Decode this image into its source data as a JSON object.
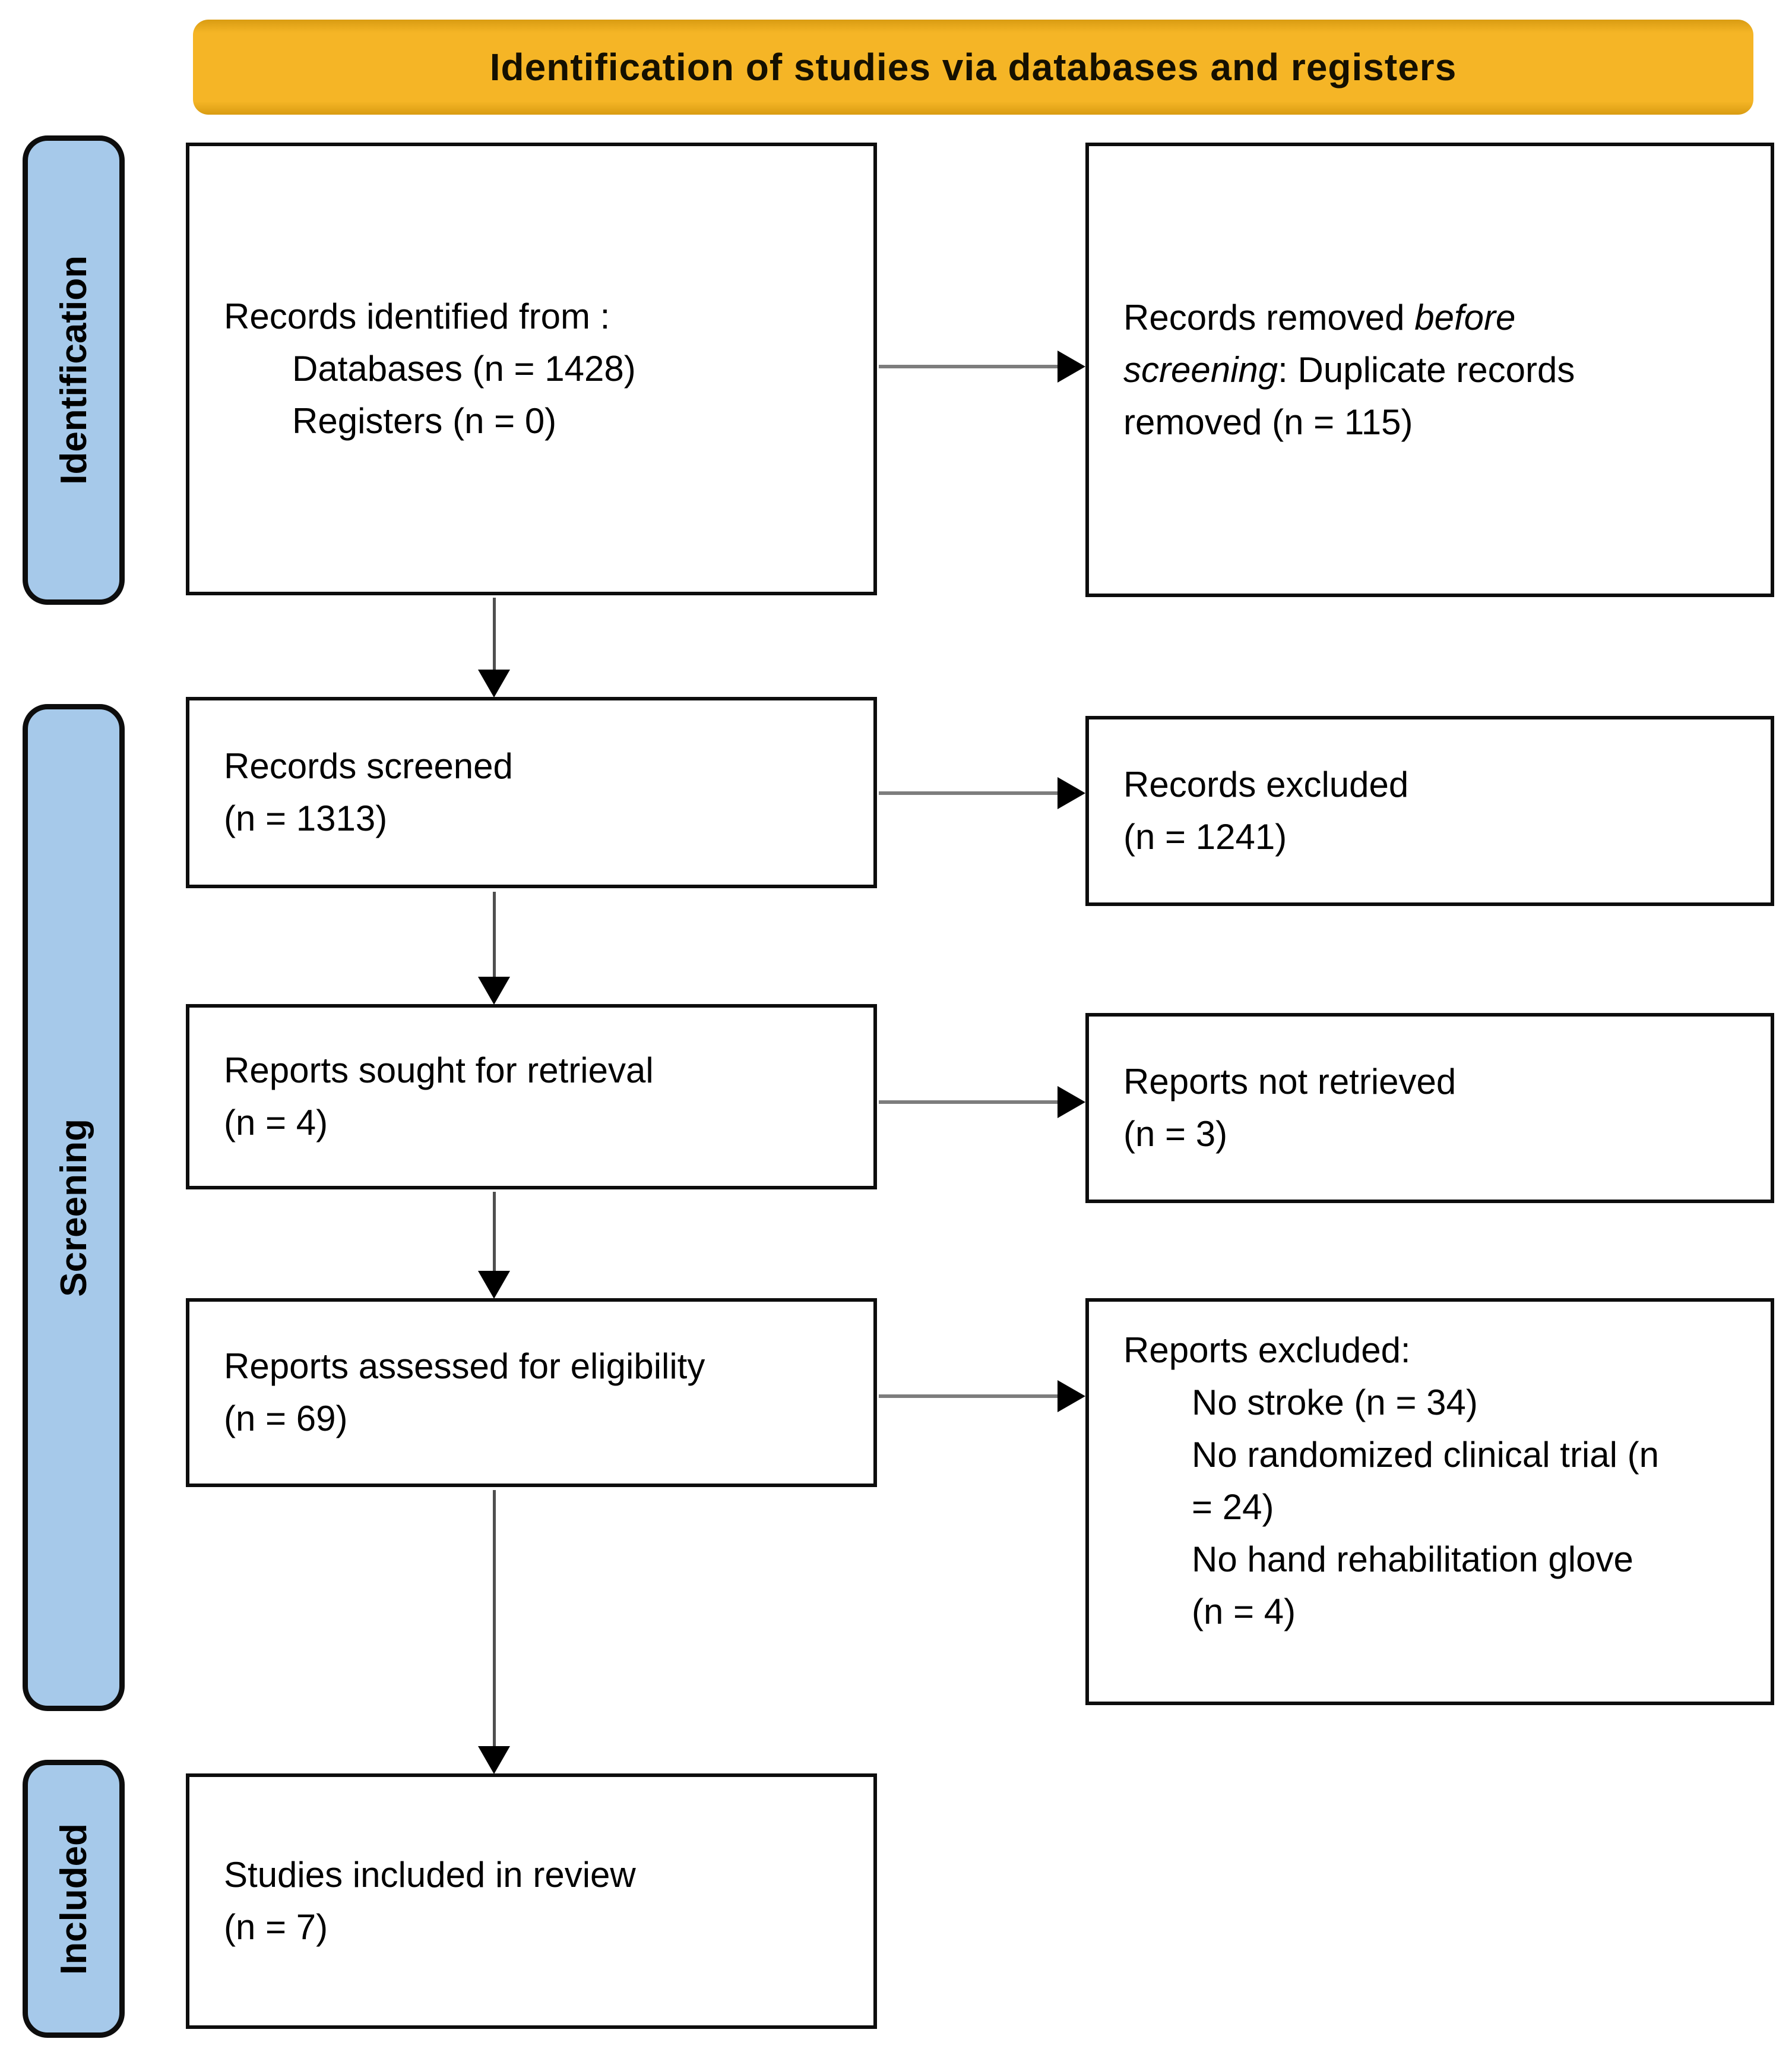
{
  "banner": {
    "label": "Identification of studies via databases and registers"
  },
  "colors": {
    "banner_bg": "#f5b526",
    "stage_bg": "#a6c9ea",
    "box_border": "#0d0d0d",
    "arrow_shaft_h": "#7d7d7d",
    "arrow_shaft_v": "#4f4f4f"
  },
  "stages": [
    {
      "label": "Identification"
    },
    {
      "label": "Screening"
    },
    {
      "label": "Included"
    }
  ],
  "boxes": {
    "identified": {
      "lines": [
        {
          "ind": 0,
          "segs": [
            {
              "t": "Records identified from :"
            }
          ]
        },
        {
          "ind": 1,
          "segs": [
            {
              "t": "Databases (n = 1428)"
            }
          ]
        },
        {
          "ind": 1,
          "segs": [
            {
              "t": "Registers (n = 0)"
            }
          ]
        }
      ]
    },
    "removed_before_screening": {
      "lines": [
        {
          "ind": 0,
          "segs": [
            {
              "t": "Records removed "
            },
            {
              "t": "before",
              "i": true
            }
          ]
        },
        {
          "ind": 0,
          "segs": [
            {
              "t": "screening",
              "i": true
            },
            {
              "t": ": Duplicate records"
            }
          ]
        },
        {
          "ind": 0,
          "segs": [
            {
              "t": "removed (n = 115)"
            }
          ]
        }
      ]
    },
    "screened": {
      "lines": [
        {
          "ind": 0,
          "segs": [
            {
              "t": "Records screened"
            }
          ]
        },
        {
          "ind": 0,
          "segs": [
            {
              "t": "(n = 1313)"
            }
          ]
        }
      ]
    },
    "records_excluded": {
      "lines": [
        {
          "ind": 0,
          "segs": [
            {
              "t": "Records excluded"
            }
          ]
        },
        {
          "ind": 0,
          "segs": [
            {
              "t": "(n = 1241)"
            }
          ]
        }
      ]
    },
    "sought": {
      "lines": [
        {
          "ind": 0,
          "segs": [
            {
              "t": "Reports sought for retrieval"
            }
          ]
        },
        {
          "ind": 0,
          "segs": [
            {
              "t": "(n = 4)"
            }
          ]
        }
      ]
    },
    "not_retrieved": {
      "lines": [
        {
          "ind": 0,
          "segs": [
            {
              "t": "Reports not retrieved"
            }
          ]
        },
        {
          "ind": 0,
          "segs": [
            {
              "t": "(n = 3)"
            }
          ]
        }
      ]
    },
    "assessed": {
      "lines": [
        {
          "ind": 0,
          "segs": [
            {
              "t": "Reports assessed for eligibility"
            }
          ]
        },
        {
          "ind": 0,
          "segs": [
            {
              "t": "(n = 69)"
            }
          ]
        }
      ]
    },
    "reports_excluded": {
      "lines": [
        {
          "ind": 0,
          "segs": [
            {
              "t": "Reports excluded:"
            }
          ]
        },
        {
          "ind": 1,
          "segs": [
            {
              "t": "No stroke (n = 34)"
            }
          ]
        },
        {
          "ind": 1,
          "segs": [
            {
              "t": "No randomized clinical trial (n"
            }
          ]
        },
        {
          "ind": 1,
          "segs": [
            {
              "t": "= 24)"
            }
          ]
        },
        {
          "ind": 1,
          "segs": [
            {
              "t": "No hand rehabilitation glove"
            }
          ]
        },
        {
          "ind": 1,
          "segs": [
            {
              "t": "(n = 4)"
            }
          ]
        }
      ]
    },
    "included_in_review": {
      "lines": [
        {
          "ind": 0,
          "segs": [
            {
              "t": "Studies included in review"
            }
          ]
        },
        {
          "ind": 0,
          "segs": [
            {
              "t": "(n = 7)"
            }
          ]
        }
      ]
    }
  }
}
